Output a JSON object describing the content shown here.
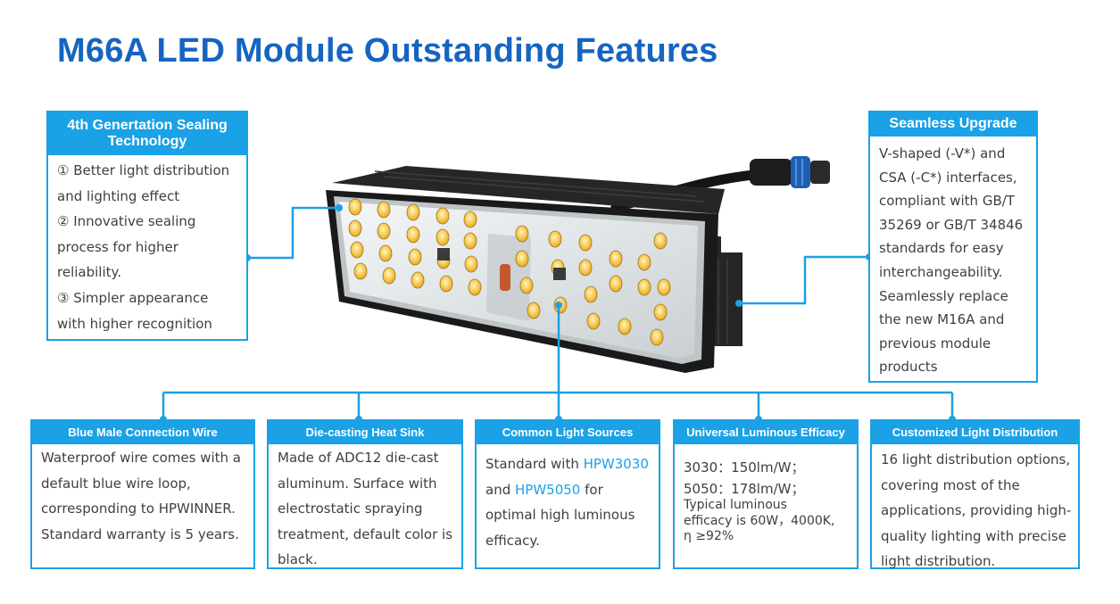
{
  "title": "M66A LED Module Outstanding Features",
  "colors": {
    "title": "#1565c0",
    "accent": "#1aa1e6",
    "text": "#3f3f3f"
  },
  "boxes": {
    "sealing": {
      "header": [
        "4th Genertation Sealing",
        "Technology"
      ],
      "lines": [
        "① Better light distribution",
        "and lighting effect",
        "② Innovative sealing",
        "process for higher",
        "reliability.",
        "③ Simpler appearance",
        "with higher recognition"
      ]
    },
    "upgrade": {
      "header": "Seamless Upgrade",
      "lines": [
        "V-shaped (-V*) and",
        "CSA (-C*) interfaces,",
        "compliant with GB/T",
        "35269 or GB/T 34846",
        "standards for easy",
        "interchangeability.",
        "Seamlessly replace",
        "the new M16A and",
        "previous module",
        "products"
      ]
    },
    "wire": {
      "header": "Blue Male Connection Wire",
      "lines": [
        "Waterproof wire comes with a",
        "default blue wire loop,",
        "corresponding to HPWINNER.",
        "Standard warranty is 5 years."
      ]
    },
    "heatsink": {
      "header": "Die-casting Heat Sink",
      "lines": [
        "Made of ADC12 die-cast",
        "aluminum. Surface with",
        "electrostatic spraying",
        "treatment, default color is",
        "black."
      ]
    },
    "sources": {
      "header": "Common Light Sources",
      "line1_prefix": "Standard with ",
      "line1_highlight": "HPW3030",
      "line2_prefix": "and ",
      "line2_highlight": "HPW5050",
      "line2_suffix": " for",
      "line3": "optimal high luminous",
      "line4": "efficacy."
    },
    "efficacy": {
      "header": "Universal Luminous Efficacy",
      "lines_large": [
        "3030：150lm/W；",
        "5050：178lm/W；"
      ],
      "lines_small": [
        "Typical luminous",
        "efficacy is 60W，4000K,",
        "η ≥92%"
      ]
    },
    "distribution": {
      "header": "Customized Light Distribution",
      "lines": [
        "16 light distribution options,",
        "covering most of the",
        "applications, providing high-",
        "quality lighting with precise",
        "light distribution."
      ]
    }
  }
}
